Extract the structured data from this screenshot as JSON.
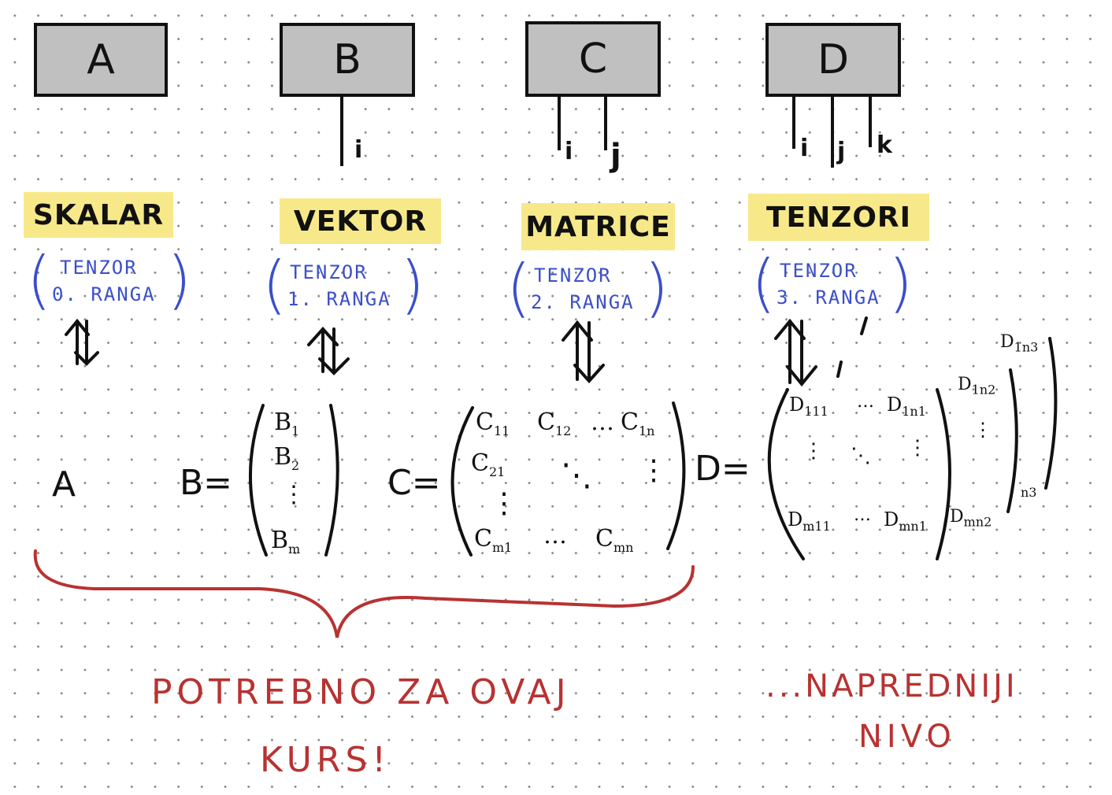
{
  "boxes": {
    "a": "A",
    "b": "B",
    "c": "C",
    "d": "D"
  },
  "indices": {
    "b_i": "i",
    "c_i": "i",
    "c_j": "j",
    "d_i": "i",
    "d_j": "j",
    "d_k": "k"
  },
  "labels": {
    "skalar": "SKALAR",
    "vektor": "VEKTOR",
    "matrice": "MATRICE",
    "tenzori": "TENZORI"
  },
  "ranks": {
    "a": [
      "TENZOR",
      "0. RANGA"
    ],
    "b": [
      "TENZOR",
      "1. RANGA"
    ],
    "c": [
      "TENZOR",
      "2. RANGA"
    ],
    "d": [
      "TENZOR",
      "3. RANGA"
    ]
  },
  "math": {
    "scalar": "A",
    "b_eq": "B=",
    "b_entries": [
      "B",
      "1",
      "B",
      "2",
      "⋮",
      "B",
      "m"
    ],
    "c_eq": "C=",
    "c_11": "C",
    "c_11s": "11",
    "c_12": "C",
    "c_12s": "12",
    "c_1n": "C",
    "c_1ns": "1n",
    "c_21": "C",
    "c_21s": "21",
    "c_m1": "C",
    "c_m1s": "m1",
    "c_mn": "C",
    "c_mns": "mn",
    "dots_h": "…",
    "dots_v": "⋮",
    "dots_d": "⋱",
    "d_eq": "D=",
    "d_111": "D",
    "d_111s": "111",
    "d_1n1": "D",
    "d_1n1s": "1n1",
    "d_m11": "D",
    "d_m11s": "m11",
    "d_mn1": "D",
    "d_mn1s": "mn1",
    "d_1n2": "D",
    "d_1n2s": "1n2",
    "d_mn2": "D",
    "d_mn2s": "mn2",
    "d_1n3": "D",
    "d_1n3s": "1n3",
    "d_n3": "n3"
  },
  "bottom": {
    "line1": "POTREBNO ZA OVAJ",
    "line2": "KURS!",
    "adv1": "...NAPREDNIJI",
    "adv2": "NIVO"
  },
  "colors": {
    "highlight": "#f7e98a",
    "blue": "#3b4fc9",
    "red": "#b83232",
    "box": "#c0c0c0"
  }
}
